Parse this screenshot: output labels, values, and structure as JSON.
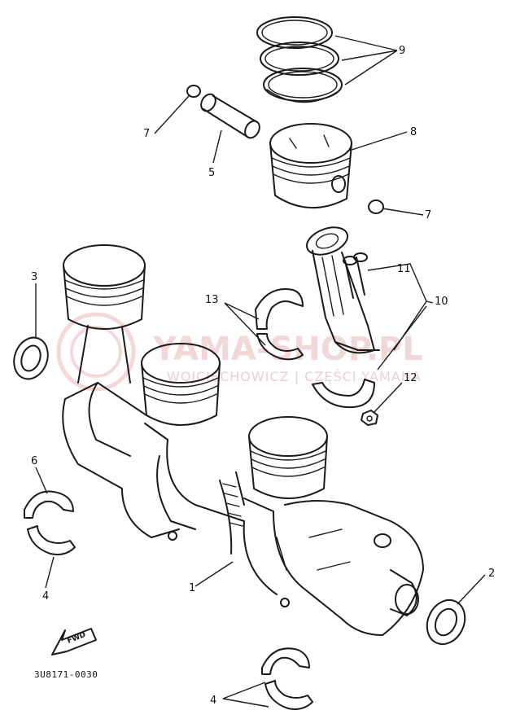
{
  "watermark": {
    "brand": "YAMA-SHOP.PL",
    "subline": "WOJCIECHOWICZ | CZĘŚCI YAMAHA"
  },
  "drawing_code": "3U8171-0030",
  "fwd_label": "FWD",
  "callouts": {
    "c1": "1",
    "c2": "2",
    "c3": "3",
    "c4a": "4",
    "c4b": "4",
    "c5": "5",
    "c6": "6",
    "c7a": "7",
    "c7b": "7",
    "c8": "8",
    "c9": "9",
    "c10": "10",
    "c11": "11",
    "c12": "12",
    "c13": "13"
  }
}
